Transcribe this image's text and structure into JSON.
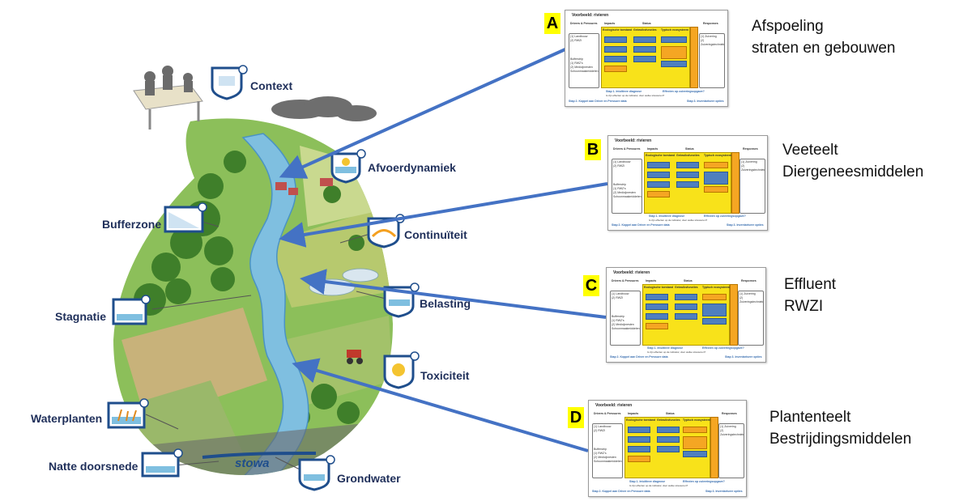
{
  "figure": {
    "left_labels": {
      "context": "Context",
      "afvoerdynamiek": "Afvoerdynamiek",
      "bufferzone": "Bufferzone",
      "continuiteit": "Continuïteit",
      "belasting": "Belasting",
      "stagnatie": "Stagnatie",
      "toxiciteit": "Toxiciteit",
      "waterplanten": "Waterplanten",
      "natte_doorsnede": "Natte doorsnede",
      "grondwater": "Grondwater",
      "logo": "stowa"
    },
    "cases": [
      {
        "letter": "A",
        "line1": "Afspoeling",
        "line2": "straten en gebouwen"
      },
      {
        "letter": "B",
        "line1": "Veeteelt",
        "line2": "Diergeneesmiddelen"
      },
      {
        "letter": "C",
        "line1": "Effluent",
        "line2": "RWZI"
      },
      {
        "letter": "D",
        "line1": "Plantenteelt",
        "line2": "Bestrijdingsmiddelen"
      }
    ],
    "mini_diagram": {
      "title": "Voorbeeld: rivieren",
      "col_drivers": "Drivers & Pressures",
      "col_impacts": "Impacts",
      "col_status": "Status",
      "col_responses": "Responses",
      "sub_ecologisch": "Ecologische toestand",
      "sub_gebruik": "Gebruiksfuncties",
      "sub_typisch": "Typisch ecosysteem",
      "drivers_items": [
        "(1) Landbouw",
        "(2) RWZI"
      ],
      "pressure_items": [
        "Bufferstrip",
        "(1) RWZ's",
        "(2) Medicijnresten",
        "Schoonmaakmiddelen"
      ],
      "response_items": [
        "(1) Zuivering",
        "(2) Zuiveringstechniek"
      ],
      "step1": "Stap 1. Intuïtieve diagnose",
      "step1_sub": "Is zijn effecten op de indicator, door welke stressoren?",
      "step_q": "Effecten op zuiveringsopgave?",
      "step2": "Stap 2. Koppel aan Driver en Pressure data",
      "step3": "Stap 3. Inventariseer opties"
    },
    "colors": {
      "arrow": "#4472c4",
      "badge": "#ffff00",
      "label_text": "#1f2f5a",
      "river": "#7fbfe0",
      "field_green": "#6aa84f",
      "icon_blue": "#1f4e8c"
    }
  }
}
